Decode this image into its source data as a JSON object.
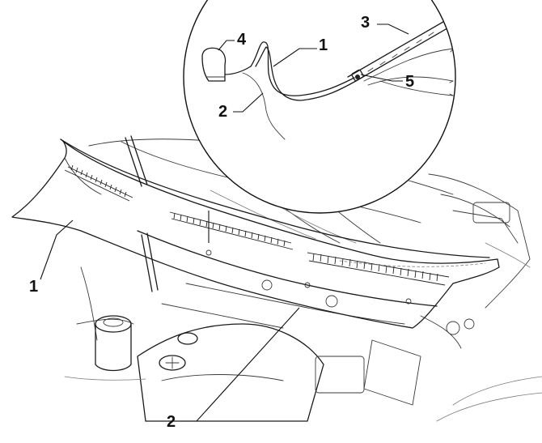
{
  "callouts": [
    {
      "id": "c1-left",
      "label": "1"
    },
    {
      "id": "c2-bottom",
      "label": "2"
    },
    {
      "id": "c1-inset",
      "label": "1"
    },
    {
      "id": "c2-inset",
      "label": "2"
    },
    {
      "id": "c3-inset",
      "label": "3"
    },
    {
      "id": "c4-inset",
      "label": "4"
    },
    {
      "id": "c5-inset",
      "label": "5"
    }
  ]
}
